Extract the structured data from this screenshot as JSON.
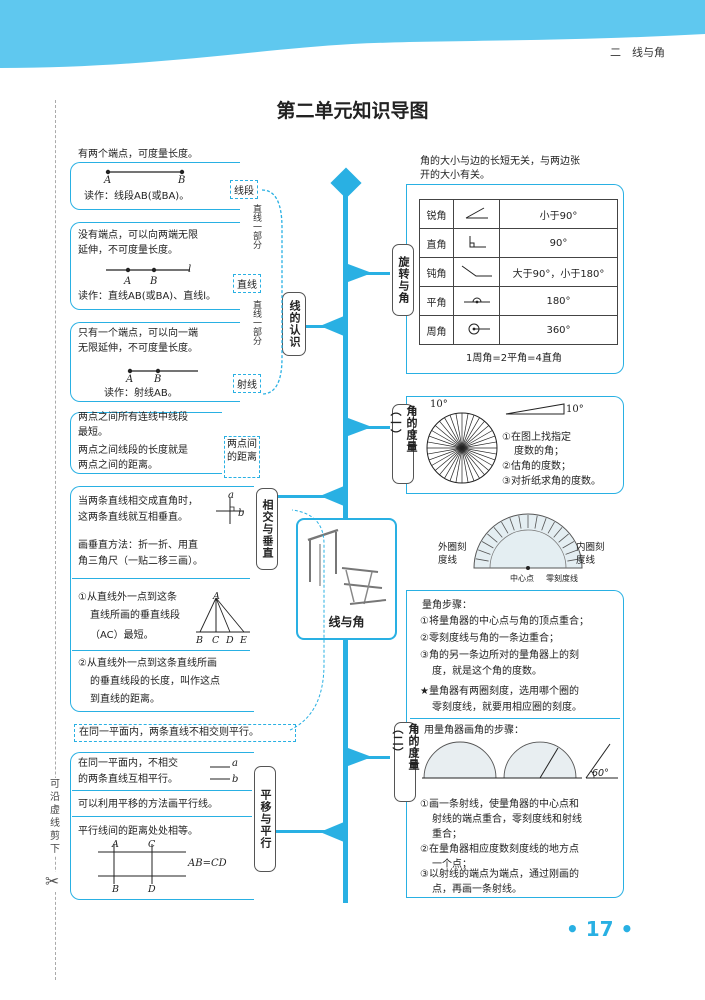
{
  "header": {
    "chapter": "二　线与角"
  },
  "title": "第二单元知识导图",
  "cut_line": {
    "label": "可沿虚线剪下"
  },
  "center": {
    "label": "线与角"
  },
  "lines": {
    "label": "线的认识",
    "segment": {
      "tag": "线段",
      "desc": "有两个端点，可度量长度。",
      "points": [
        "A",
        "B"
      ],
      "reading": "读作：线段AB(或BA)。"
    },
    "segment_part_note": "直线一部分",
    "line": {
      "tag": "直线",
      "desc": [
        "没有端点，可以向两端无限",
        "延伸，不可度量长度。"
      ],
      "points": [
        "A",
        "B",
        "l"
      ],
      "reading": "读作：直线AB(或BA)、直线l。"
    },
    "ray_part_note": "直线一部分",
    "ray": {
      "tag": "射线",
      "desc": [
        "只有一个端点，可以向一端",
        "无限延伸，不可度量长度。"
      ],
      "points": [
        "A",
        "B"
      ],
      "reading": "读作：射线AB。"
    },
    "distance": {
      "tag": "两点间的距离",
      "shortest": [
        "两点之间所有连线中线段",
        "最短。"
      ],
      "definition": [
        "两点之间线段的长度就是",
        "两点之间的距离。"
      ]
    }
  },
  "perpendicular": {
    "label": "相交与垂直",
    "def": [
      "当两条直线相交成直角时，",
      "这两条直线就互相垂直。"
    ],
    "def_lines": [
      "a",
      "b"
    ],
    "method": [
      "画垂直方法：折一折、用直",
      "角三角尺（一贴二移三画）。"
    ],
    "fact1": [
      "①从直线外一点到这条",
      "直线所画的垂直线段",
      "（AC）最短。"
    ],
    "fact1_points": [
      "A",
      "B",
      "C",
      "D",
      "E"
    ],
    "fact2": [
      "②从直线外一点到这条直线所画",
      "的垂直线段的长度，叫作这点",
      "到直线的距离。"
    ]
  },
  "parallel": {
    "label": "平移与平行",
    "shared_note": "在同一平面内，两条直线不相交则平行。",
    "def": [
      "在同一平面内，不相交",
      "的两条直线互相平行。"
    ],
    "def_lines": [
      "a",
      "b"
    ],
    "draw": "可以利用平移的方法画平行线。",
    "distance": "平行线间的距离处处相等。",
    "figure_points": [
      "A",
      "C",
      "B",
      "D"
    ],
    "equation": "AB=CD"
  },
  "angles": {
    "label": "旋转与角",
    "note": [
      "角的大小与边的长短无关，与两边张",
      "开的大小有关。"
    ],
    "table": [
      {
        "name": "锐角",
        "rule": "小于90°"
      },
      {
        "name": "直角",
        "rule": "90°"
      },
      {
        "name": "钝角",
        "rule": "大于90°，小于180°"
      },
      {
        "name": "平角",
        "rule": "180°"
      },
      {
        "name": "周角",
        "rule": "360°"
      }
    ],
    "relation": "1周角=2平角=4直角"
  },
  "measure1": {
    "label": "角的度量（一）",
    "deg_left": "10°",
    "deg_right": "10°",
    "steps": [
      "①在图上找指定",
      "度数的角；",
      "②估角的度数；",
      "③对折纸求角的度数。"
    ]
  },
  "measure2": {
    "label": "角的度量（二）",
    "protractor_labels": {
      "outer": [
        "外圈刻",
        "度线"
      ],
      "inner": [
        "内圈刻",
        "度线"
      ],
      "center": "中心点",
      "zero": "零刻度线"
    },
    "steps_title": "量角步骤：",
    "steps": [
      "①将量角器的中心点与角的顶点重合；",
      "②零刻度线与角的一条边重合；",
      "③角的另一条边所对的量角器上的刻",
      "度，就是这个角的度数。"
    ],
    "star_note": [
      "★量角器有两圈刻度，选用哪个圈的",
      "零刻度线，就要用相应圈的刻度。"
    ],
    "draw_title": "用量角器画角的步骤：",
    "draw_angle": "60°",
    "draw_steps": [
      "①画一条射线，使量角器的中心点和",
      "射线的端点重合，零刻度线和射线",
      "重合；",
      "②在量角器相应度数刻度线的地方点",
      "一个点；",
      "③以射线的端点为端点，通过刚画的",
      "点，再画一条射线。"
    ]
  },
  "page_number": "• 17 •",
  "colors": {
    "accent": "#29b0e3",
    "band": "#5fc8ef"
  }
}
